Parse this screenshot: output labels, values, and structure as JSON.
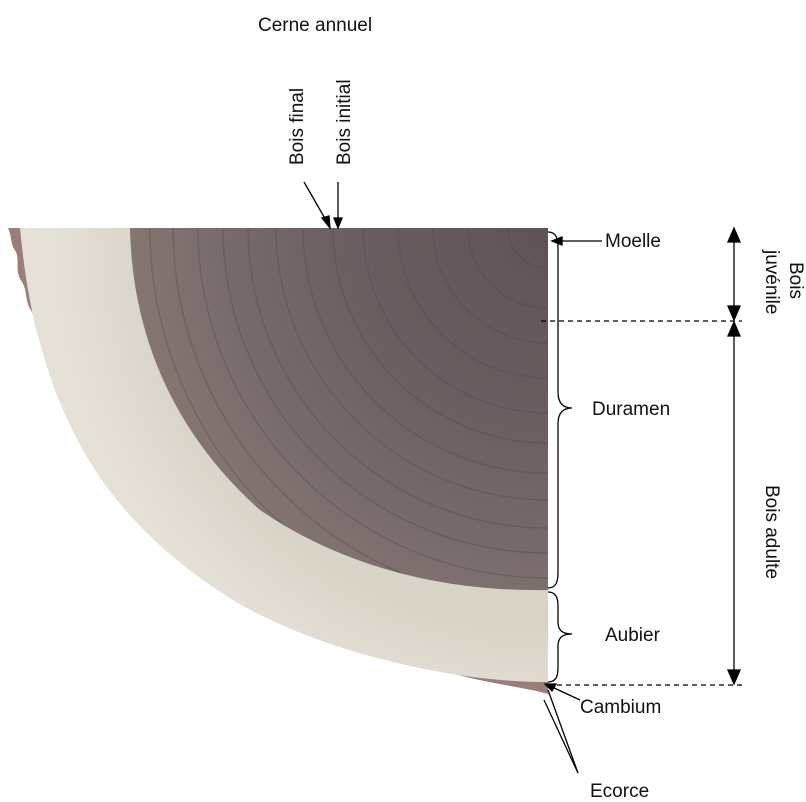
{
  "title": "Cerne annuel",
  "labels": {
    "bois_final": "Bois final",
    "bois_initial": "Bois initial",
    "moelle": "Moelle",
    "duramen": "Duramen",
    "aubier": "Aubier",
    "cambium": "Cambium",
    "ecorce": "Ecorce",
    "bois_juvenile_line1": "Bois",
    "bois_juvenile_line2": "juvénile",
    "bois_adulte": "Bois adulte"
  },
  "colors": {
    "heartwood": "#6e6064",
    "sapwood": "#dcd6cc",
    "bark": "#9a7f78",
    "line": "#000000"
  }
}
